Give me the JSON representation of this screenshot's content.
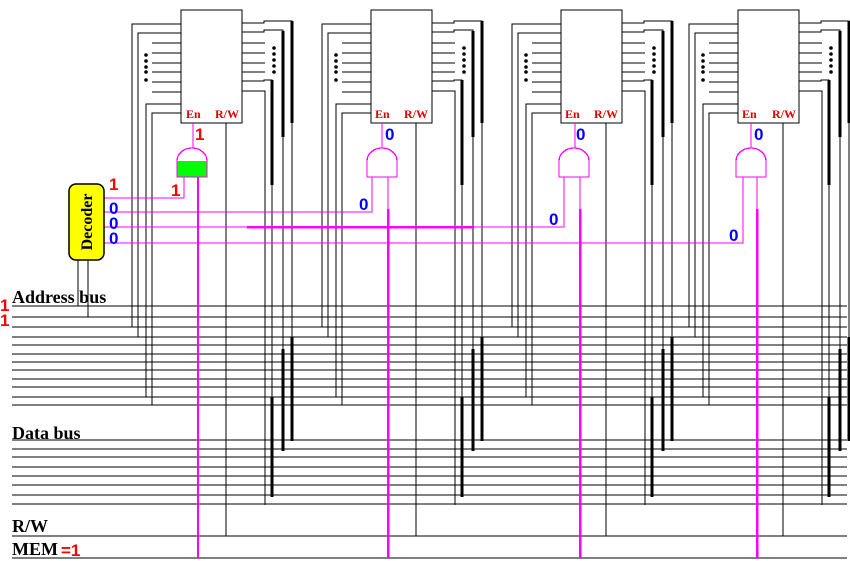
{
  "diagram": {
    "buses": {
      "address_label": "Address bus",
      "data_label": "Data bus",
      "rw_label": "R/W",
      "mem_label": "MEM",
      "mem_value": "=1",
      "address_line_count": 12,
      "data_line_count": 8
    },
    "address_bits": [
      "1",
      "1"
    ],
    "decoder": {
      "label": "Decoder",
      "outputs": [
        "1",
        "0",
        "0",
        "0"
      ]
    },
    "modules": [
      {
        "en_label": "En",
        "rw_label": "R/W",
        "enable_value": "1",
        "select_input": "1",
        "active": true
      },
      {
        "en_label": "En",
        "rw_label": "R/W",
        "enable_value": "0",
        "select_input": "0",
        "active": false
      },
      {
        "en_label": "En",
        "rw_label": "R/W",
        "enable_value": "0",
        "select_input": "0",
        "active": false
      },
      {
        "en_label": "En",
        "rw_label": "R/W",
        "enable_value": "0",
        "select_input": "0",
        "active": false
      }
    ],
    "colors": {
      "wire": "#000000",
      "control_wire": "#ff00ff",
      "active_gate_fill": "#00ff00",
      "decoder_fill": "#ffff00",
      "bit_one": "#ff0000",
      "bit_zero": "#0000ff",
      "pin_label": "#e00000"
    }
  }
}
